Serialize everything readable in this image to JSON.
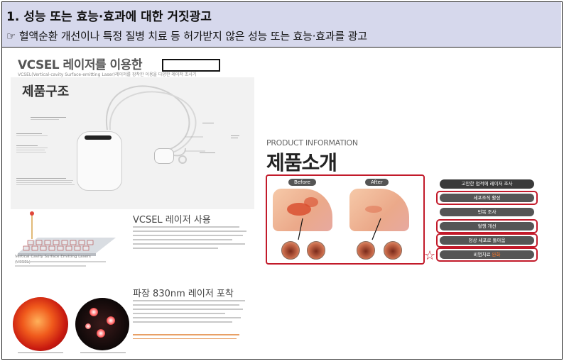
{
  "header": {
    "title": "1. 성능 또는 효능·효과에 대한 거짓광고",
    "subtitle": "☞ 혈액순환 개선이나 특정 질병 치료 등 허가받지 않은 성능 또는 효능·효과를 광고"
  },
  "left_page": {
    "heading": "VCSEL 레이저를 이용한",
    "heading_sub": "VCSEL(Vertical-cavity Surface-emitting Laser)레이저를 장착한 이용을 다양한 레이저 조사기",
    "structure_title": "제품구조",
    "section_laser_use": "VCSEL 레이저 사용",
    "vcsel_caption": "Vertical Cavity Surface Emitting Lasers (VCSEL)",
    "section_wavelength": "파장 830nm 레이저 포착",
    "accent_color": "#c21a2a"
  },
  "right_page": {
    "product_info_label": "PRODUCT INFORMATION",
    "product_title": "제품소개",
    "before_label": "Before",
    "after_label": "After",
    "effects": {
      "header": "고안한 접적에 레이저 조사",
      "items": [
        "세포조직 활성",
        "번복 조사",
        "혈행 개선",
        "정상 세포로 돌아옴",
        "비염치료 "
      ],
      "last_item_accent": "완화"
    },
    "highlight_color": "#c21a2a"
  }
}
